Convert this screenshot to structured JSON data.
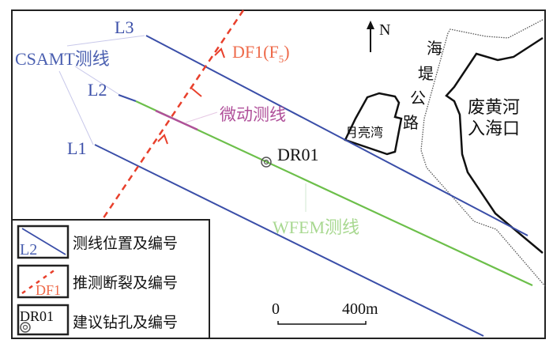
{
  "colors": {
    "survey_line": "#3a4ea8",
    "wfem": "#6cbf4a",
    "microtremor": "#b0509a",
    "fault": "#e8402c",
    "fault_label": "#ee6a4a",
    "wfem_label": "#a8d890",
    "csamt_label": "#4a5fb0",
    "black": "#111111"
  },
  "labels": {
    "l1": "L1",
    "l2": "L2",
    "l3": "L3",
    "csamt": "CSAMT测线",
    "microtremor": "微动测线",
    "wfem": "WFEM测线",
    "fault": "DF1(F",
    "fault_sub": "5",
    "fault_close": ")",
    "borehole": "DR01",
    "north": "N",
    "moon_bay": "月亮湾",
    "estuary_line1": "废黄河",
    "estuary_line2": "入海口",
    "dike_road": [
      "海",
      "堤",
      "公",
      "路"
    ]
  },
  "scale_bar": {
    "start": "0",
    "end": "400m"
  },
  "legend": [
    {
      "sample": "L2",
      "text": "测线位置及编号"
    },
    {
      "sample": "DF1",
      "text": "推测断裂及编号"
    },
    {
      "sample": "DR01",
      "text": "建议钻孔及编号"
    }
  ]
}
